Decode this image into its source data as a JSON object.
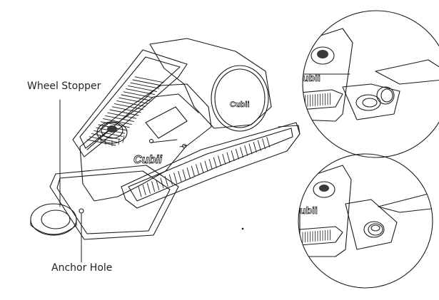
{
  "labels": {
    "wheel_stopper": "Wheel Stopper",
    "anchor_hole": "Anchor Hole"
  },
  "brand_marks": {
    "main_logo": "Cubii",
    "side_logo": "Cubii",
    "inset_logo": "ubii"
  },
  "colors": {
    "line": "#1a1a1a",
    "shade": "#3a3a3a",
    "background": "#ffffff"
  },
  "icons": [
    "wheel-stopper-ring",
    "anchor-hole",
    "tension-knob"
  ]
}
